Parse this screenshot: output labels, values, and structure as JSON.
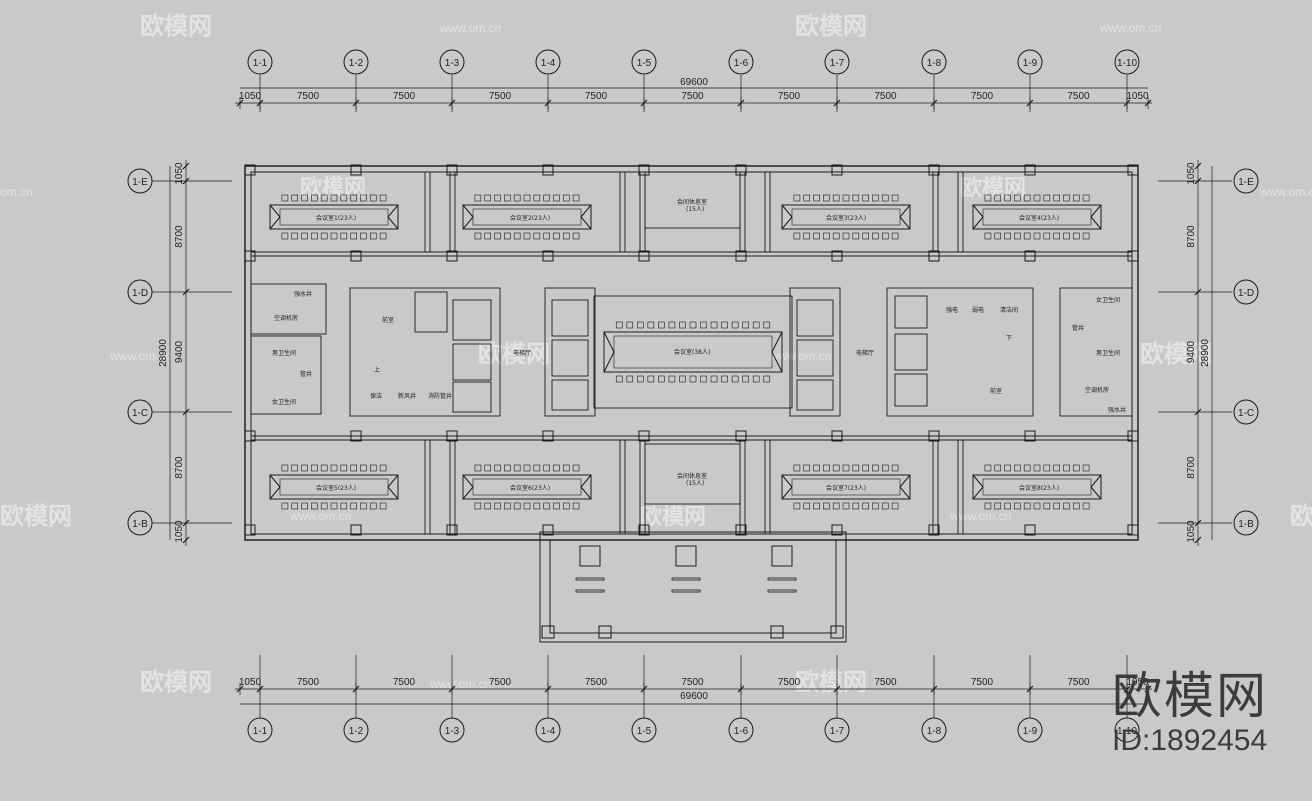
{
  "drawing": {
    "column_axes": [
      "1-1",
      "1-2",
      "1-3",
      "1-4",
      "1-5",
      "1-6",
      "1-7",
      "1-8",
      "1-9",
      "1-10"
    ],
    "row_axes": [
      "1-E",
      "1-D",
      "1-C",
      "1-B"
    ],
    "top_dimensions": [
      "1050",
      "7500",
      "7500",
      "7500",
      "7500",
      "7500",
      "7500",
      "7500",
      "7500",
      "7500",
      "1050"
    ],
    "bottom_dimensions": [
      "1050",
      "7500",
      "7500",
      "7500",
      "7500",
      "7500",
      "7500",
      "7500",
      "7500",
      "7500",
      "1050"
    ],
    "overall_width": "69600",
    "left_dimensions": [
      "1050",
      "8700",
      "9400",
      "8700",
      "1050"
    ],
    "left_total": "28900",
    "right_dimensions": [
      "1050",
      "8700",
      "9400",
      "8700",
      "1050"
    ],
    "right_total": "28900",
    "rooms": {
      "meeting_1": "会议室1(23人)",
      "meeting_2": "会议室2(23人)",
      "meeting_3": "会议室3(23人)",
      "meeting_4": "会议室4(23人)",
      "meeting_5": "会议室5(23人)",
      "meeting_6": "会议室6(23人)",
      "meeting_7": "会议室7(23人)",
      "meeting_8": "会议室8(23人)",
      "meeting_center": "会议室(38人)",
      "lounge_top_1": "会间休息室",
      "lounge_top_2": "(15人)",
      "lounge_bottom_1": "会间休息室",
      "lounge_bottom_2": "(15人)",
      "elevator_hall_left": "电梯厅",
      "elevator_hall_right": "电梯厅",
      "ac_room_left": "空调机房",
      "ac_room_right": "空调机房",
      "water_well_left": "强水井",
      "water_well_right": "强水井",
      "restroom_m": "男卫生间",
      "restroom_f": "女卫生间",
      "restroom_m_right": "男卫生间",
      "restroom_f_right": "女卫生间",
      "stair_left": "前室",
      "stair_right": "前室",
      "cleaning": "保洁",
      "shaft": "新风井",
      "fire_well": "消防管井",
      "power_1": "强电",
      "power_2": "弱电",
      "sanitary": "清洁间",
      "janitor": "管井",
      "janitor_right": "管井",
      "up": "上",
      "down": "下"
    }
  },
  "watermarks": {
    "brand": "欧模网",
    "url": "www.om.cn",
    "url_short": "om.cn"
  },
  "brand_block": {
    "name": "欧模网",
    "id": "ID:1892454"
  },
  "colors": {
    "background": "#c9c9c9",
    "line": "#1a1a1a",
    "watermark": "#e3e3e3",
    "brand": "#3c3c3c"
  }
}
